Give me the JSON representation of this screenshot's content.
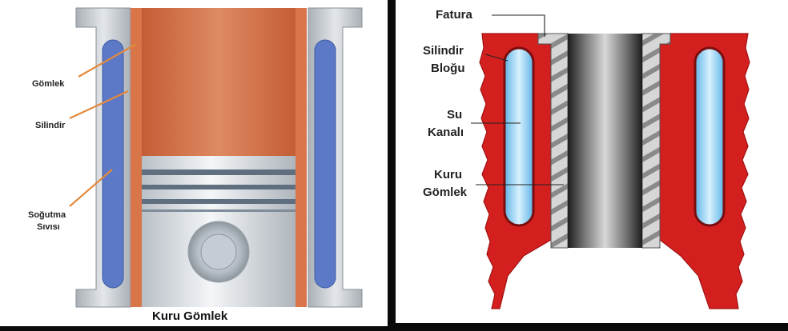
{
  "left_diagram": {
    "caption": "Kuru Gömlek",
    "labels": {
      "gomlek": "Gömlek",
      "silindir": "Silindir",
      "sogutma_1": "Soğutma",
      "sogutma_2": "Sıvısı"
    },
    "colors": {
      "block": "#c9cdd1",
      "coolant": "#5b79c7",
      "liner": "#d8764a",
      "arrow": "#e3893b"
    }
  },
  "right_diagram": {
    "labels": {
      "fatura": "Fatura",
      "silindir_blogu_1": "Silindir",
      "silindir_blogu_2": "Bloğu",
      "su_kanali_1": "Su",
      "su_kanali_2": "Kanalı",
      "kuru_gomlek_1": "Kuru",
      "kuru_gomlek_2": "Gömlek"
    },
    "colors": {
      "block": "#d3201f",
      "water": "#8fd3f4",
      "liner": "#bfbfbf"
    }
  }
}
